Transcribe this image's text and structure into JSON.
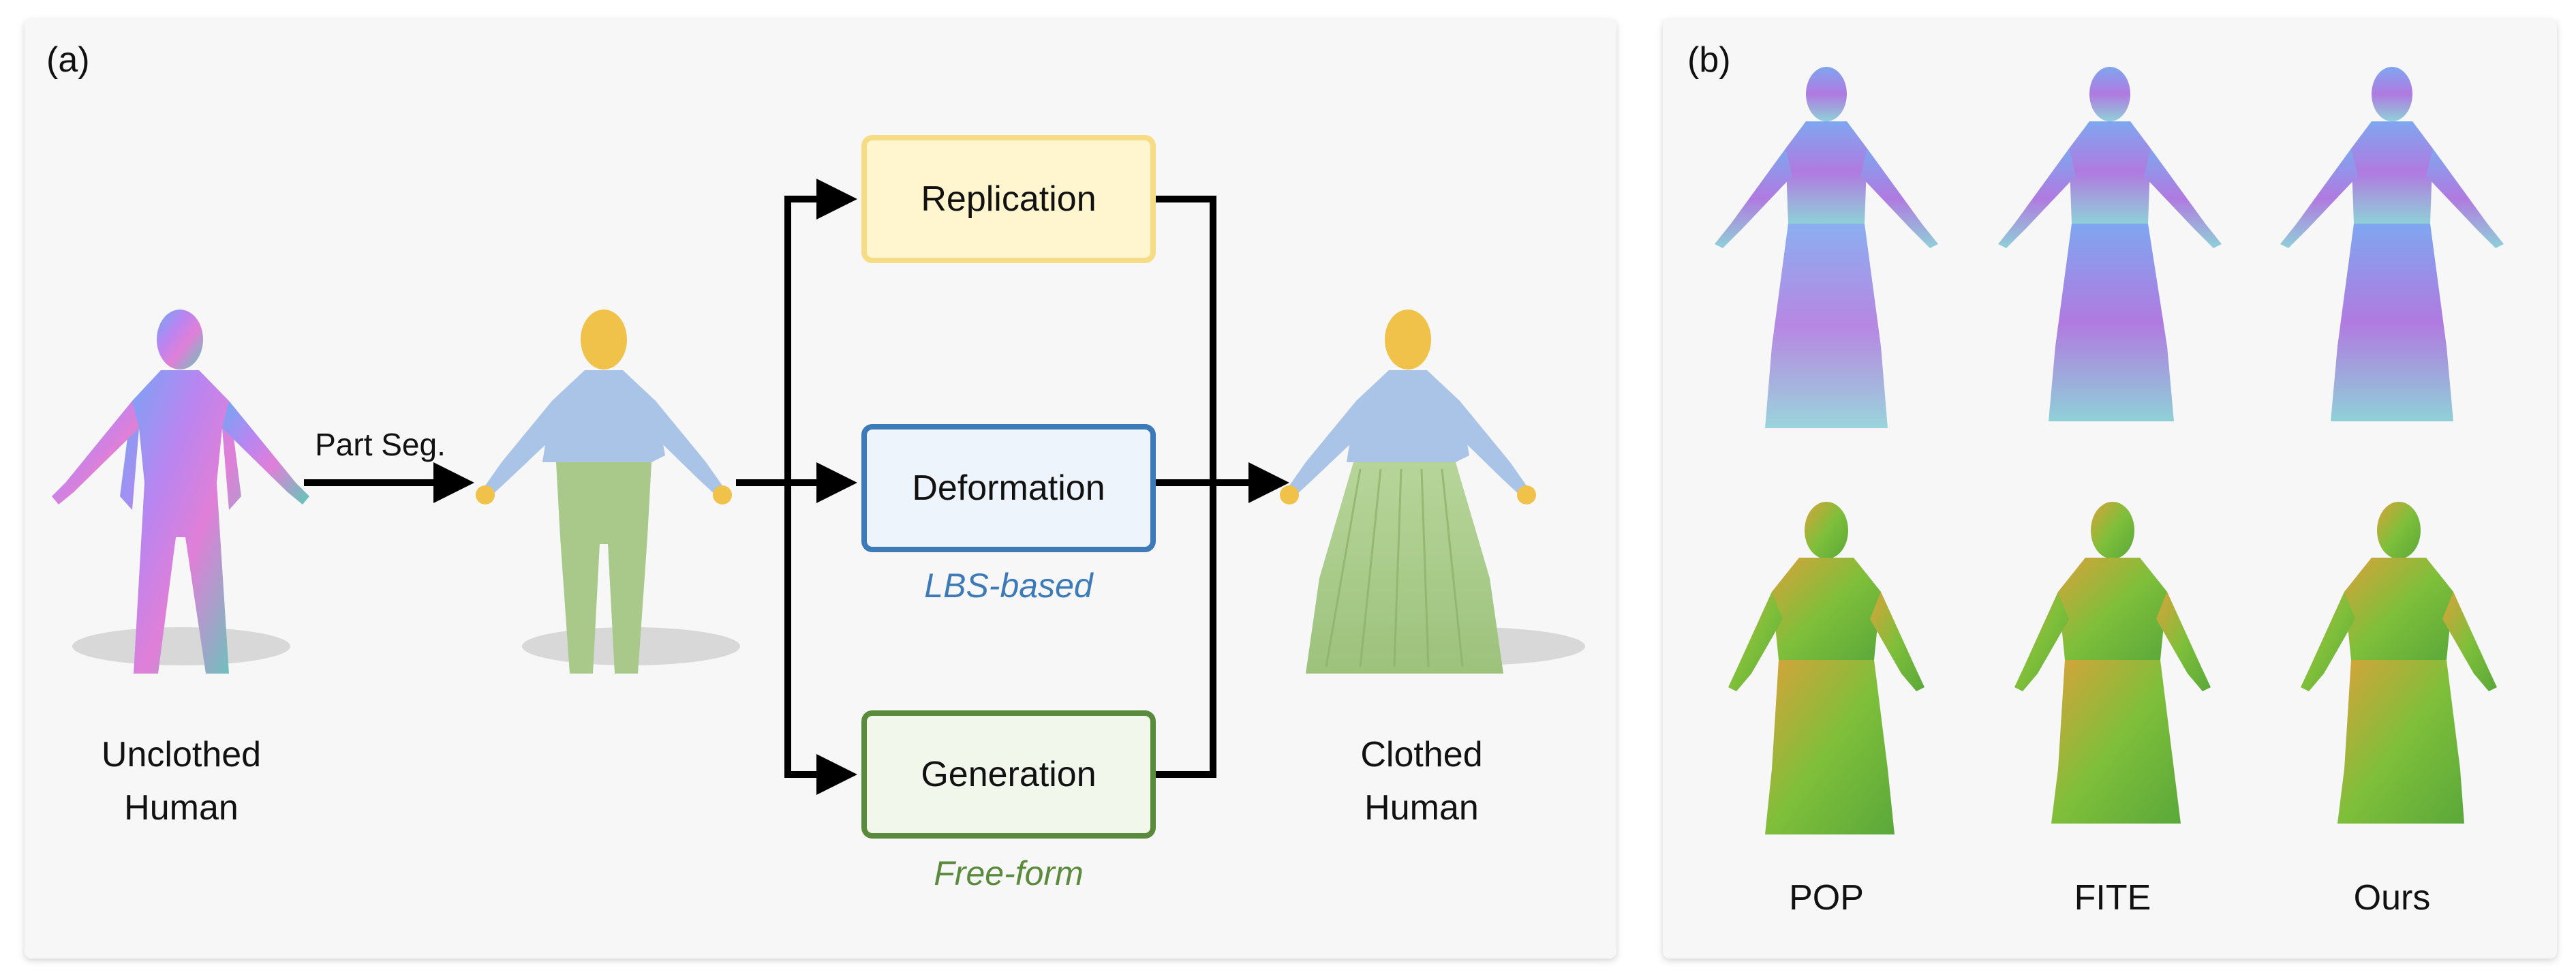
{
  "panel_a": {
    "label": "(a)",
    "unclothed_caption_line1": "Unclothed",
    "unclothed_caption_line2": "Human",
    "part_seg_label": "Part Seg.",
    "clothed_caption_line1": "Clothed",
    "clothed_caption_line2": "Human",
    "boxes": [
      {
        "label": "Replication",
        "sublabel": "",
        "border": "#f5dc85",
        "fill": "#fff6cf"
      },
      {
        "label": "Deformation",
        "sublabel": "LBS-based",
        "border": "#3c7bb8",
        "fill": "#eef4fb",
        "sub_color": "#3c7bb8"
      },
      {
        "label": "Generation",
        "sublabel": "Free-form",
        "border": "#5a8a3c",
        "fill": "#f1f7ea",
        "sub_color": "#5a8a3c"
      }
    ]
  },
  "panel_b": {
    "label": "(b)",
    "methods": [
      "POP",
      "FITE",
      "Ours"
    ]
  },
  "colors": {
    "body_blue": "#a9c4e6",
    "leg_green": "#a8c98a",
    "head_yellow": "#f0c24a",
    "normal_purple": "#b07ae0",
    "normal_blue": "#7fa6f0",
    "back_green": "#7fbf3a",
    "back_orange": "#d9a23a"
  }
}
